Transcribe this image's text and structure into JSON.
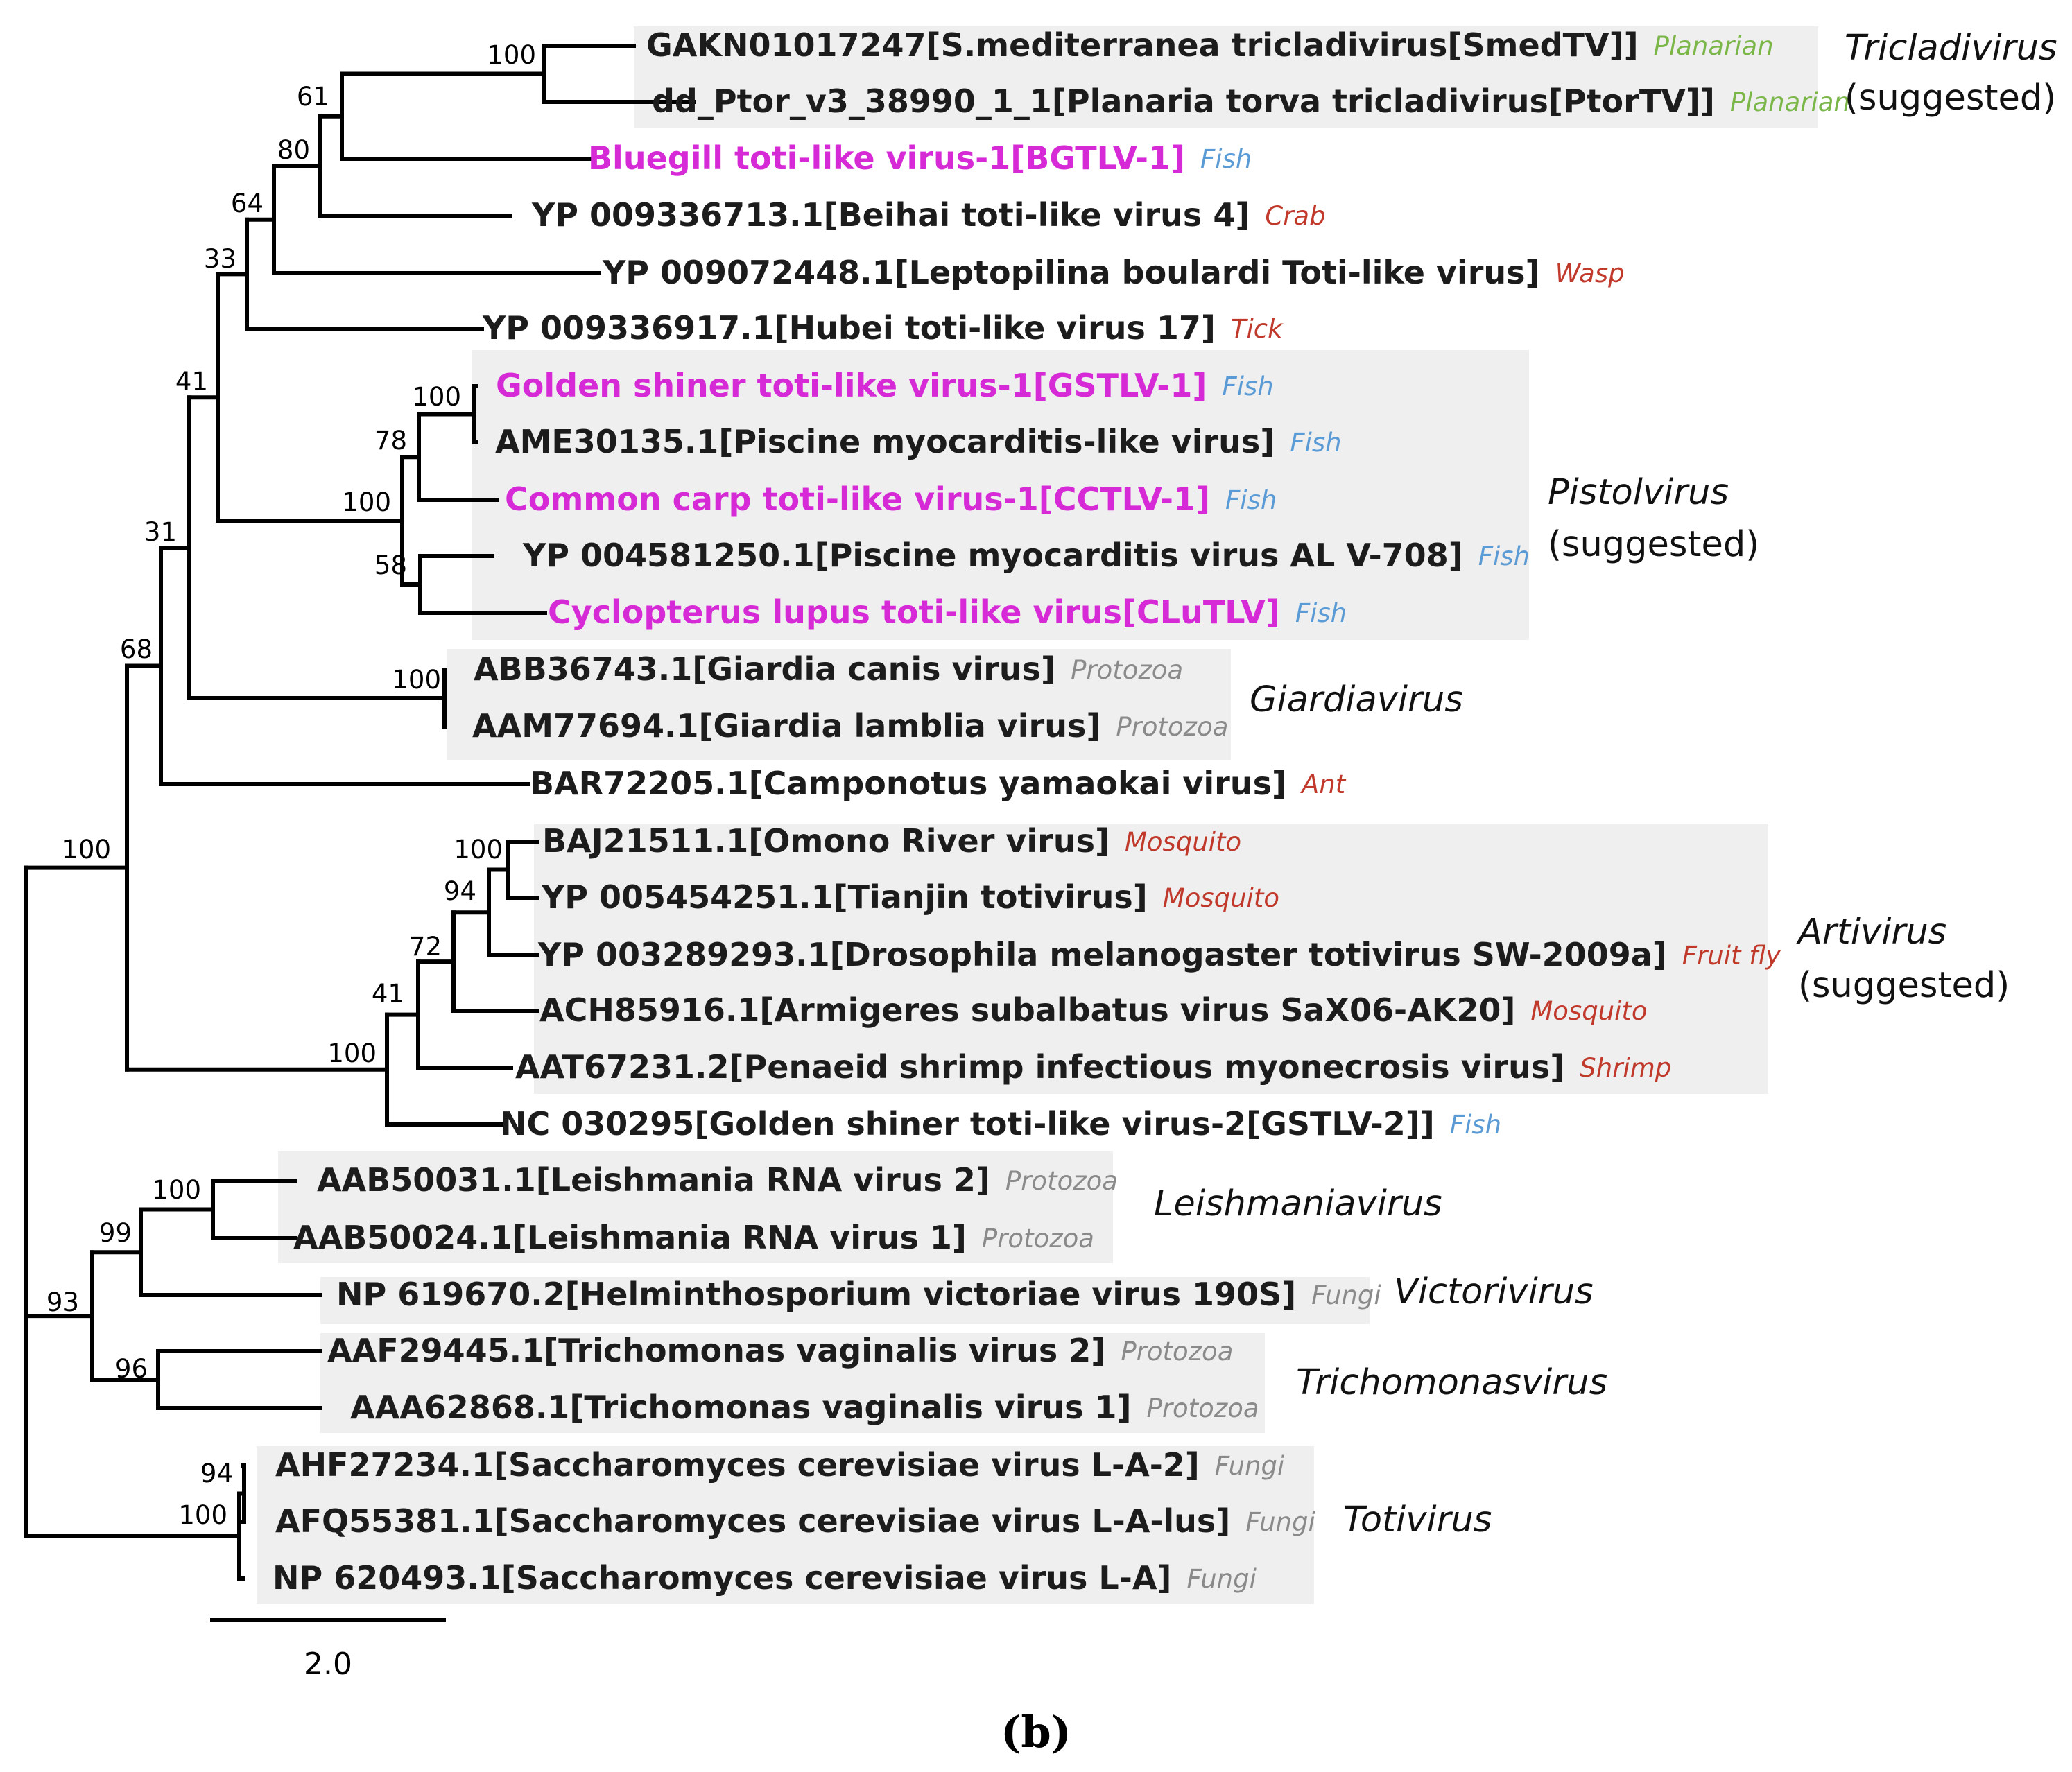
{
  "colors": {
    "branch": "#000000",
    "label_default": "#1c1c1c",
    "label_highlight": "#d62ad6",
    "group_box": "#efefef",
    "host": {
      "Planarian": "#7ab648",
      "Fish": "#5b9bd5",
      "Crab": "#c0392b",
      "Wasp": "#c0392b",
      "Tick": "#c0392b",
      "Ant": "#c0392b",
      "Mosquito": "#c0392b",
      "Fruit fly": "#c0392b",
      "Shrimp": "#c0392b",
      "Protozoa": "#8a8a8a",
      "Fungi": "#8a8a8a"
    }
  },
  "tree": {
    "taxa": [
      {
        "id": "smedtv",
        "label": "GAKN01017247[S.mediterranea tricladivirus[SmedTV]]",
        "host": "Planarian",
        "highlight": false
      },
      {
        "id": "ptortv",
        "label": "dd_Ptor_v3_38990_1_1[Planaria torva tricladivirus[PtorTV]]",
        "host": "Planarian",
        "highlight": false
      },
      {
        "id": "bgtlv1",
        "label": "Bluegill toti-like virus-1[BGTLV-1]",
        "host": "Fish",
        "highlight": true
      },
      {
        "id": "beihai4",
        "label": "YP 009336713.1[Beihai toti-like virus 4]",
        "host": "Crab",
        "highlight": false
      },
      {
        "id": "lepto",
        "label": "YP 009072448.1[Leptopilina boulardi Toti-like virus]",
        "host": "Wasp",
        "highlight": false
      },
      {
        "id": "hubei17",
        "label": "YP 009336917.1[Hubei toti-like virus 17]",
        "host": "Tick",
        "highlight": false
      },
      {
        "id": "gstlv1",
        "label": "Golden shiner toti-like virus-1[GSTLV-1]",
        "host": "Fish",
        "highlight": true
      },
      {
        "id": "pmclv",
        "label": "AME30135.1[Piscine myocarditis-like virus]",
        "host": "Fish",
        "highlight": false
      },
      {
        "id": "cctlv1",
        "label": "Common carp toti-like virus-1[CCTLV-1]",
        "host": "Fish",
        "highlight": true
      },
      {
        "id": "pmcv",
        "label": "YP 004581250.1[Piscine myocarditis virus AL V-708]",
        "host": "Fish",
        "highlight": false
      },
      {
        "id": "clutlv",
        "label": "Cyclopterus lupus toti-like virus[CLuTLV]",
        "host": "Fish",
        "highlight": true
      },
      {
        "id": "gcanis",
        "label": "ABB36743.1[Giardia canis virus]",
        "host": "Protozoa",
        "highlight": false
      },
      {
        "id": "glamblia",
        "label": "AAM77694.1[Giardia lamblia virus]",
        "host": "Protozoa",
        "highlight": false
      },
      {
        "id": "campo",
        "label": "BAR72205.1[Camponotus yamaokai virus]",
        "host": "Ant",
        "highlight": false
      },
      {
        "id": "omono",
        "label": "BAJ21511.1[Omono River virus]",
        "host": "Mosquito",
        "highlight": false
      },
      {
        "id": "tianjin",
        "label": "YP 005454251.1[Tianjin totivirus]",
        "host": "Mosquito",
        "highlight": false
      },
      {
        "id": "droso",
        "label": "YP 003289293.1[Drosophila melanogaster totivirus SW-2009a]",
        "host": "Fruit fly",
        "highlight": false
      },
      {
        "id": "armig",
        "label": "ACH85916.1[Armigeres subalbatus virus SaX06-AK20]",
        "host": "Mosquito",
        "highlight": false
      },
      {
        "id": "imnv",
        "label": "AAT67231.2[Penaeid shrimp infectious myonecrosis virus]",
        "host": "Shrimp",
        "highlight": false
      },
      {
        "id": "gstlv2",
        "label": "NC 030295[Golden shiner toti-like virus-2[GSTLV-2]]",
        "host": "Fish",
        "highlight": false
      },
      {
        "id": "lrv2",
        "label": "AAB50031.1[Leishmania RNA virus 2]",
        "host": "Protozoa",
        "highlight": false
      },
      {
        "id": "lrv1",
        "label": "AAB50024.1[Leishmania RNA virus 1]",
        "host": "Protozoa",
        "highlight": false
      },
      {
        "id": "hv190s",
        "label": "NP 619670.2[Helminthosporium victoriae virus 190S]",
        "host": "Fungi",
        "highlight": false
      },
      {
        "id": "tvv2",
        "label": "AAF29445.1[Trichomonas vaginalis virus 2]",
        "host": "Protozoa",
        "highlight": false
      },
      {
        "id": "tvv1",
        "label": "AAA62868.1[Trichomonas vaginalis virus 1]",
        "host": "Protozoa",
        "highlight": false
      },
      {
        "id": "la2",
        "label": "AHF27234.1[Saccharomyces cerevisiae virus L-A-2]",
        "host": "Fungi",
        "highlight": false
      },
      {
        "id": "lalus",
        "label": "AFQ55381.1[Saccharomyces cerevisiae virus L-A-lus]",
        "host": "Fungi",
        "highlight": false
      },
      {
        "id": "la",
        "label": "NP 620493.1[Saccharomyces cerevisiae virus L-A]",
        "host": "Fungi",
        "highlight": false
      }
    ],
    "bootstrap": [
      "100",
      "61",
      "80",
      "64",
      "33",
      "41",
      "100",
      "78",
      "100",
      "58",
      "31",
      "100",
      "68",
      "100",
      "94",
      "72",
      "41",
      "100",
      "100",
      "100",
      "99",
      "93",
      "96",
      "94",
      "100"
    ],
    "groups": [
      {
        "id": "tricladivirus",
        "name": "Tricladivirus",
        "note": "(suggested)"
      },
      {
        "id": "pistolvirus",
        "name": "Pistolvirus",
        "note": "(suggested)"
      },
      {
        "id": "giardiavirus",
        "name": "Giardiavirus",
        "note": ""
      },
      {
        "id": "artivirus",
        "name": "Artivirus",
        "note": "(suggested)"
      },
      {
        "id": "leishmaniavirus",
        "name": "Leishmaniavirus",
        "note": ""
      },
      {
        "id": "victorivirus",
        "name": "Victorivirus",
        "note": ""
      },
      {
        "id": "trichomonasvirus",
        "name": "Trichomonasvirus",
        "note": ""
      },
      {
        "id": "totivirus",
        "name": "Totivirus",
        "note": ""
      }
    ],
    "scale_bar": "2.0"
  },
  "panel_label": "(b)"
}
